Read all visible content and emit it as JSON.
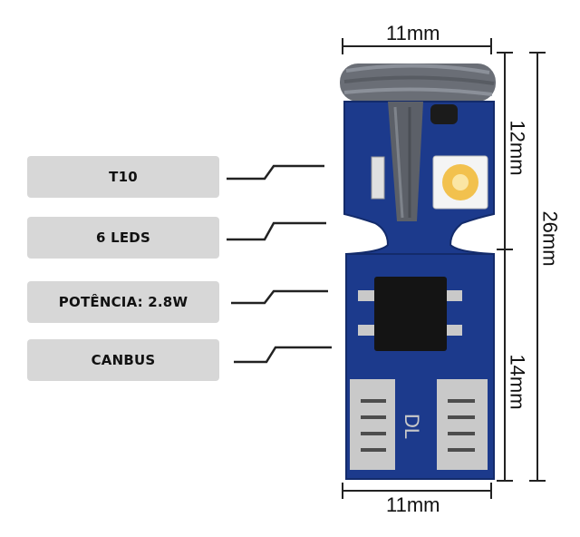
{
  "labels": [
    {
      "text": "T10"
    },
    {
      "text": "6 LEDS"
    },
    {
      "text": "POTÊNCIA: 2.8W"
    },
    {
      "text": "CANBUS"
    }
  ],
  "dimensions": {
    "top_width": "11mm",
    "bottom_width": "11mm",
    "upper_height": "12mm",
    "lower_height": "14mm",
    "total_height": "26mm"
  },
  "board": {
    "silkscreen": "DL",
    "pcb_color": "#1c3a8c",
    "led_color": "#f2c14e",
    "pad_color": "#c9c9c9"
  }
}
